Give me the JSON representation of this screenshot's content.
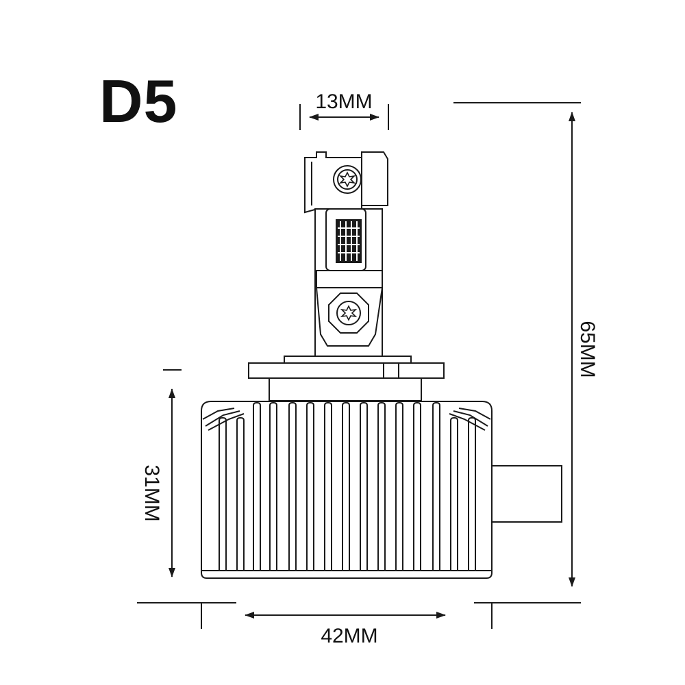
{
  "title": "D5",
  "dimensions": {
    "top_width": "13MM",
    "total_height": "65MM",
    "body_height": "31MM",
    "body_width": "42MM"
  },
  "colors": {
    "line": "#1a1a1a",
    "chip": "#1a1a1a",
    "background": "#ffffff"
  },
  "icons": [
    "torx-screw-icon",
    "led-chip-icon",
    "dimension-arrow-icon"
  ]
}
